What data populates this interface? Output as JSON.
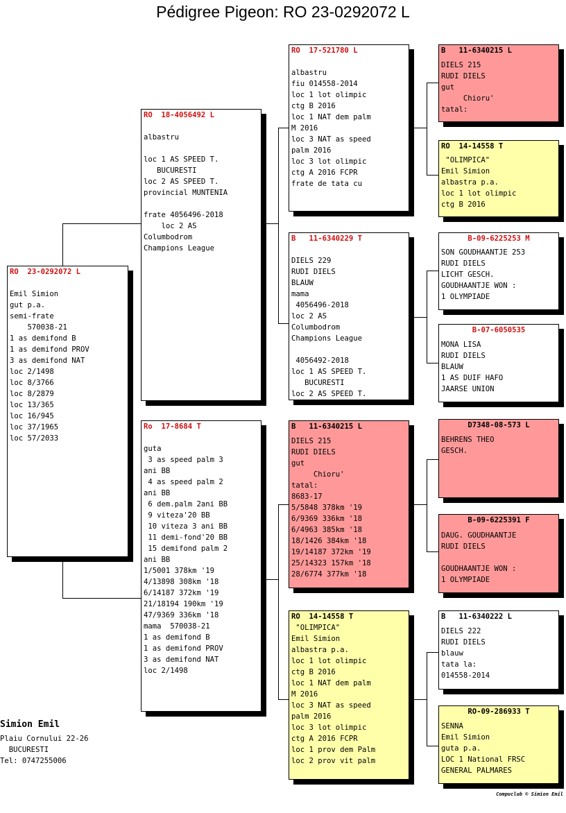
{
  "title": "Pédigree Pigeon: RO  23-0292072 L",
  "subject": {
    "ring": "RO  23-0292072 L",
    "lines": [
      "Emil Simion",
      "gut p.a.",
      "semi-frate",
      "    570038-21",
      "1 as demifond B",
      "1 as demifond PROV",
      "3 as demifond NAT",
      "loc 2/1498",
      "loc 8/3766",
      "loc 8/2879",
      "loc 13/365",
      "loc 16/945",
      "loc 37/1965",
      "loc 57/2033"
    ]
  },
  "father": {
    "ring": "RO  18-4056492 L",
    "lines": [
      "albastru",
      "",
      "loc 1 AS SPEED T.",
      "   BUCURESTI",
      "loc 2 AS SPEED T.",
      "provincial MUNTENIA",
      "",
      "frate 4056496-2018",
      "    loc 2 AS",
      "Columbodrom",
      "Champions League"
    ]
  },
  "mother": {
    "ring": "Ro  17-8684 T",
    "lines": [
      "guta",
      " 3 as speed palm 3",
      "ani BB",
      " 4 as speed palm 2",
      "ani BB",
      " 6 dem.palm 2ani BB",
      " 9 viteza'20 BB",
      " 10 viteza 3 ani BB",
      " 11 demi-fond'20 BB",
      " 15 demifond palm 2",
      "ani BB",
      "1/5001 378km '19",
      "4/13898 308km '18",
      "6/14187 372km '19",
      "21/18194 190km '19",
      "47/9369 336km '18",
      "mama  570038-21",
      "1 as demifond B",
      "1 as demifond PROV",
      "3 as demifond NAT",
      "loc 2/1498"
    ]
  },
  "ff": {
    "ring": "RO  17-521780 L",
    "lines": [
      "albastru",
      "fiu 014558-2014",
      "loc 1 lot olimpic",
      "ctg B 2016",
      "loc 1 NAT dem palm",
      "M 2016",
      "loc 3 NAT as speed",
      "palm 2016",
      "loc 3 lot olimpic",
      "ctg A 2016 FCPR",
      "frate de tata cu"
    ]
  },
  "fm": {
    "ring": "B   11-6340229 T",
    "lines": [
      "DIELS 229",
      "RUDI DIELS",
      "BLAUW",
      "mama",
      " 4056496-2018",
      "loc 2 AS",
      "Columbodrom",
      "Champions League",
      "",
      " 4056492-2018",
      "loc 1 AS SPEED T.",
      "   BUCURESTI",
      "loc 2 AS SPEED T."
    ]
  },
  "mf": {
    "ring": "B   11-6340215 L",
    "lines": [
      "DIELS 215",
      "RUDI DIELS",
      "gut",
      "     Chioru'",
      "tatal:",
      "8683-17",
      "5/5848 378km '19",
      "6/9369 336km '18",
      "6/4963 385km '18",
      "18/1426 384km '18",
      "19/14187 372km '19",
      "25/14323 157km '18",
      "28/6774 377km '18"
    ]
  },
  "mm": {
    "ring": "RO  14-14558 T",
    "lines": [
      " \"OLIMPICA\"",
      "Emil Simion",
      "albastra p.a.",
      "loc 1 lot olimpic",
      "ctg B 2016",
      "loc 1 NAT dem palm",
      "M 2016",
      "loc 3 NAT as speed",
      "palm 2016",
      "loc 3 lot olimpic",
      "ctg A 2016 FCPR",
      "loc 1 prov dem Palm",
      "loc 2 prov vit palm"
    ]
  },
  "fff": {
    "ring": "B   11-6340215 L",
    "lines": [
      "DIELS 215",
      "RUDI DIELS",
      "gut",
      "     Chioru'",
      "tatal:"
    ]
  },
  "ffm": {
    "ring": "RO  14-14558 T",
    "lines": [
      " \"OLIMPICA\"",
      "Emil Simion",
      "albastra p.a.",
      "loc 1 lot olimpic",
      "ctg B 2016"
    ]
  },
  "fmf": {
    "ring": "B-09-6225253 M",
    "lines": [
      "SON GOUDHAANTJE 253",
      "RUDI DIELS",
      "LICHT GESCH.",
      "GOUDHAANTJE WON :",
      "1 OLYMPIADE"
    ]
  },
  "fmm": {
    "ring": "B-07-6050535",
    "lines": [
      "MONA LISA",
      "RUDI DIELS",
      "BLAUW",
      "1 AS DUIF HAFO",
      "JAARSE UNION"
    ]
  },
  "mff": {
    "ring": "D7348-08-573 L",
    "lines": [
      "BEHRENS THEO",
      "GESCH."
    ]
  },
  "mfm": {
    "ring": "B-09-6225391 F",
    "lines": [
      "DAUG. GOUDHAANTJE",
      "RUDI DIELS",
      "",
      "GOUDHAANTJE WON :",
      "1 OLYMPIADE"
    ]
  },
  "mmf": {
    "ring": "B   11-6340222 L",
    "lines": [
      "DIELS 222",
      "RUDI DIELS",
      "blauw",
      "tata la:",
      "014558-2014"
    ]
  },
  "mmm": {
    "ring": "RO-09-286933 T",
    "lines": [
      "SENNA",
      "Emil Simion",
      "guta p.a.",
      "LOC 1 National FRSC",
      "GENERAL PALMARES"
    ]
  },
  "owner": {
    "name": "Simion Emil",
    "address": "Plaiu Cornului 22-26\n  BUCURESTI\nTel: 0747255006"
  },
  "credit": "Compuclub © Simion Emil"
}
